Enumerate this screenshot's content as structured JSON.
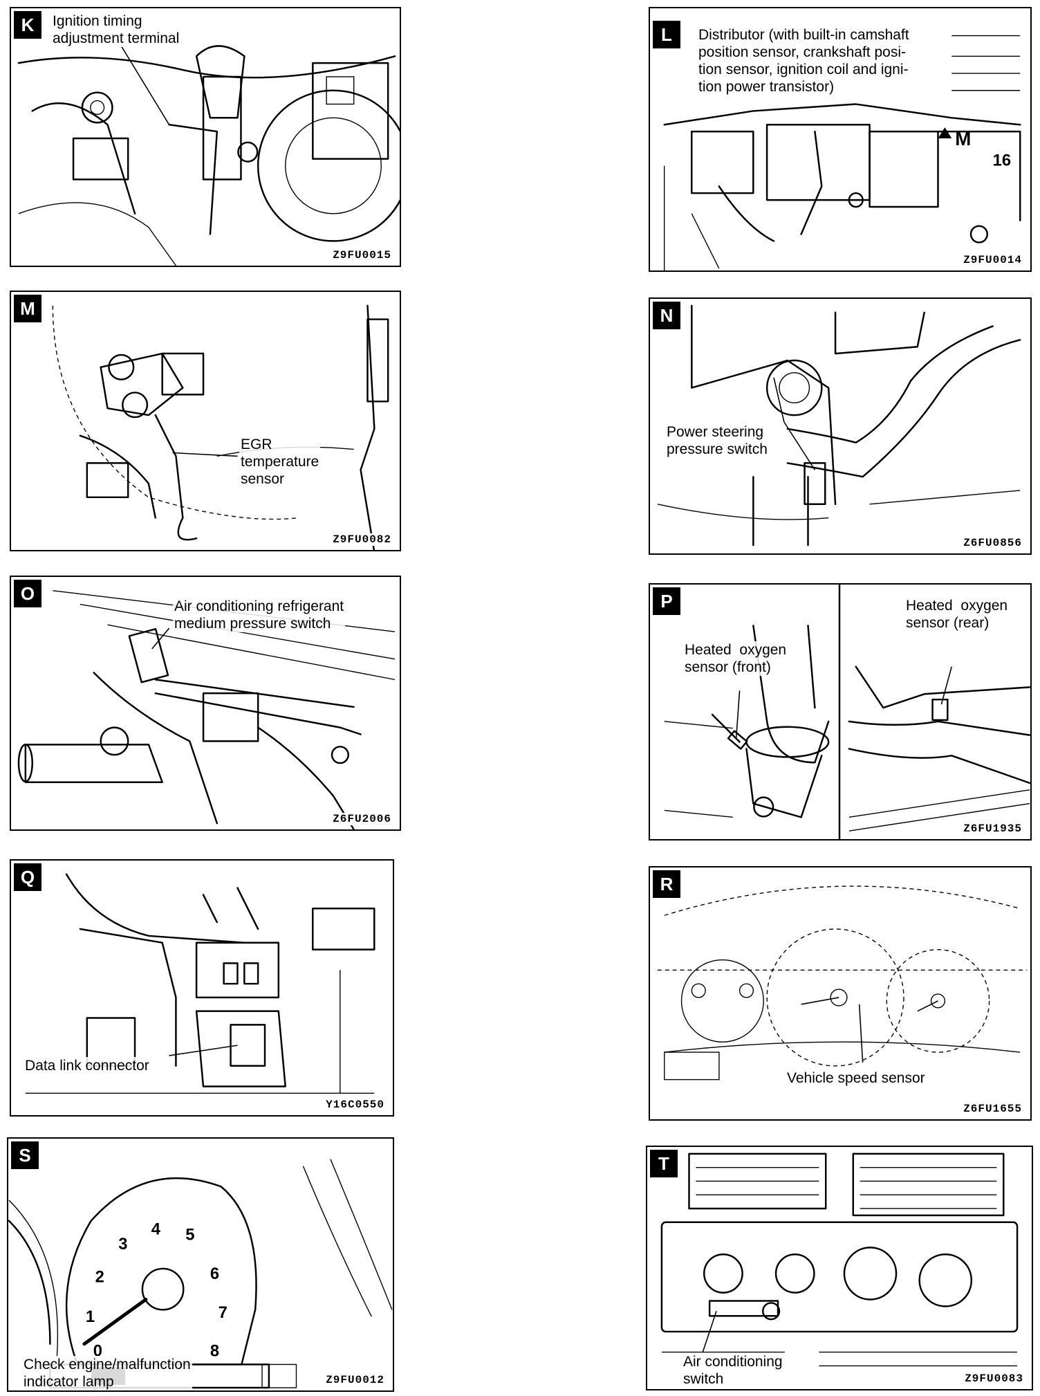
{
  "panels": {
    "K": {
      "letter": "K",
      "label": "Ignition timing\nadjustment terminal",
      "code": "Z9FU0015"
    },
    "L": {
      "letter": "L",
      "label": "Distributor (with built-in camshaft\nposition sensor, crankshaft posi-\ntion sensor, ignition coil and igni-\ntion power transistor)",
      "code": "Z9FU0014"
    },
    "M": {
      "letter": "M",
      "label": "EGR\ntemperature\nsensor",
      "code": "Z9FU0082"
    },
    "N": {
      "letter": "N",
      "label": "Power steering\npressure switch",
      "code": "Z6FU0856"
    },
    "O": {
      "letter": "O",
      "label": "Air conditioning refrigerant\nmedium pressure switch",
      "code": "Z6FU2006"
    },
    "P": {
      "letter": "P",
      "label_front": "Heated  oxygen\nsensor (front)",
      "label_rear": "Heated  oxygen\nsensor (rear)",
      "code": "Z6FU1935"
    },
    "Q": {
      "letter": "Q",
      "label": "Data link connector",
      "code": "Y16C0550"
    },
    "R": {
      "letter": "R",
      "label": "Vehicle speed sensor",
      "code": "Z6FU1655"
    },
    "S": {
      "letter": "S",
      "label": "Check engine/malfunction\nindicator lamp",
      "code": "Z9FU0012",
      "dial": [
        "0",
        "1",
        "2",
        "3",
        "4",
        "5",
        "6",
        "7",
        "8"
      ]
    },
    "T": {
      "letter": "T",
      "label": "Air conditioning\nswitch",
      "code": "Z9FU0083"
    }
  }
}
